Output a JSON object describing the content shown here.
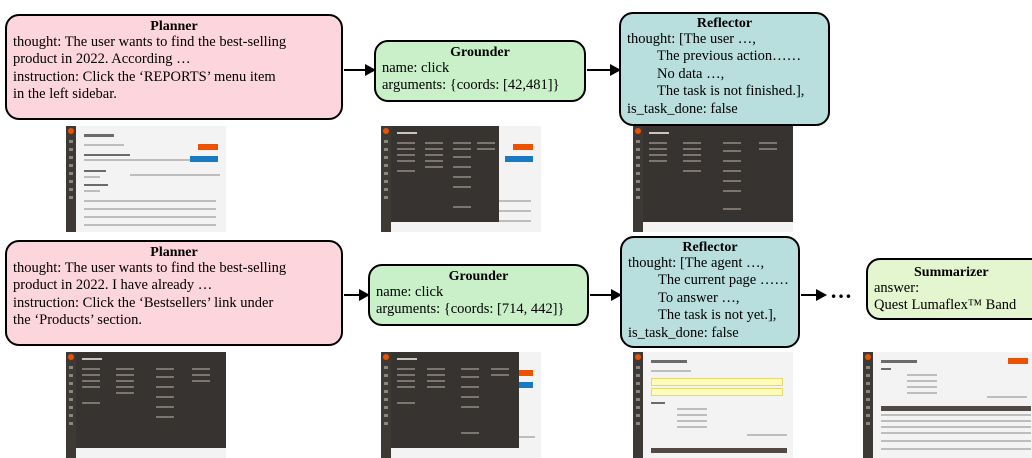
{
  "row1": {
    "planner": {
      "title": "Planner",
      "lines": [
        "thought: The user wants to find the best-selling",
        "product in 2022. According …",
        "instruction: Click the ‘REPORTS’ menu item",
        "in the left sidebar."
      ]
    },
    "grounder": {
      "title": "Grounder",
      "lines": [
        "name: click",
        "arguments: {coords: [42,481]}"
      ]
    },
    "reflector": {
      "title": "Reflector",
      "lines": [
        "thought: [The user …,",
        "The previous action……",
        "No data …,",
        "The task is not finished.],",
        "is_task_done: false"
      ]
    }
  },
  "row2": {
    "planner": {
      "title": "Planner",
      "lines": [
        "thought: The user wants to find the best-selling",
        "product in 2022. I have already …",
        "instruction: Click the ‘Bestsellers’ link under",
        "the ‘Products’ section."
      ]
    },
    "grounder": {
      "title": "Grounder",
      "lines": [
        "name: click",
        "arguments: {coords: [714, 442]}"
      ]
    },
    "reflector": {
      "title": "Reflector",
      "lines": [
        "thought: [The agent …,",
        "The current page ……",
        "To answer …,",
        "The task is not yet.],",
        "is_task_done: false"
      ]
    },
    "ellipsis": "…",
    "summarizer": {
      "title": "Summarizer",
      "lines": [
        "answer:",
        "Quest Lumaflex™ Band"
      ]
    }
  },
  "colors": {
    "planner": "#fdd5dc",
    "grounder": "#c9f0c9",
    "reflector": "#b8dede",
    "summarizer": "#e4f6d0",
    "admin_sidebar": "#3d3a36",
    "accent_orange": "#eb5202"
  }
}
